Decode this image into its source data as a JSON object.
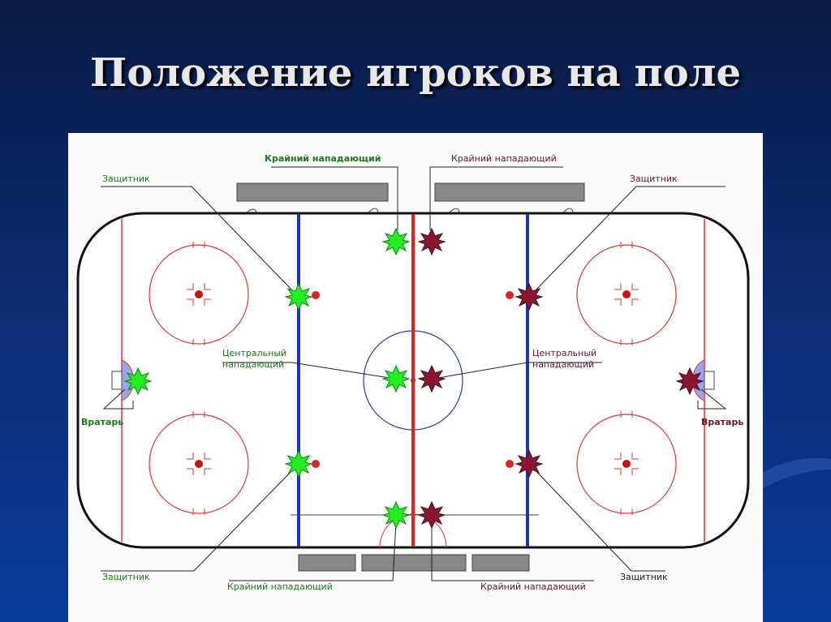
{
  "title": "Положение игроков на поле",
  "labels": {
    "wing_top_left": "Крайний нападающий",
    "wing_top_right": "Крайний нападающий",
    "defender_top_left": "Защитник",
    "defender_top_right": "Защитник",
    "center_left_l1": "Центральный",
    "center_left_l2": "нападающий",
    "center_right_l1": "Центральный",
    "center_right_l2": "нападающий",
    "goalie_left": "Вратарь",
    "goalie_right": "Вратарь",
    "defender_bottom_left": "Защитник",
    "wing_bottom_left": "Крайний нападающий",
    "wing_bottom_right": "Крайний нападающий",
    "defender_bottom_right": "Защитник"
  },
  "colors": {
    "team_a": "#22ee22",
    "team_b": "#8a1530",
    "blue_line": "#2233bb",
    "red_line": "#dd2222",
    "board": "#111111"
  }
}
